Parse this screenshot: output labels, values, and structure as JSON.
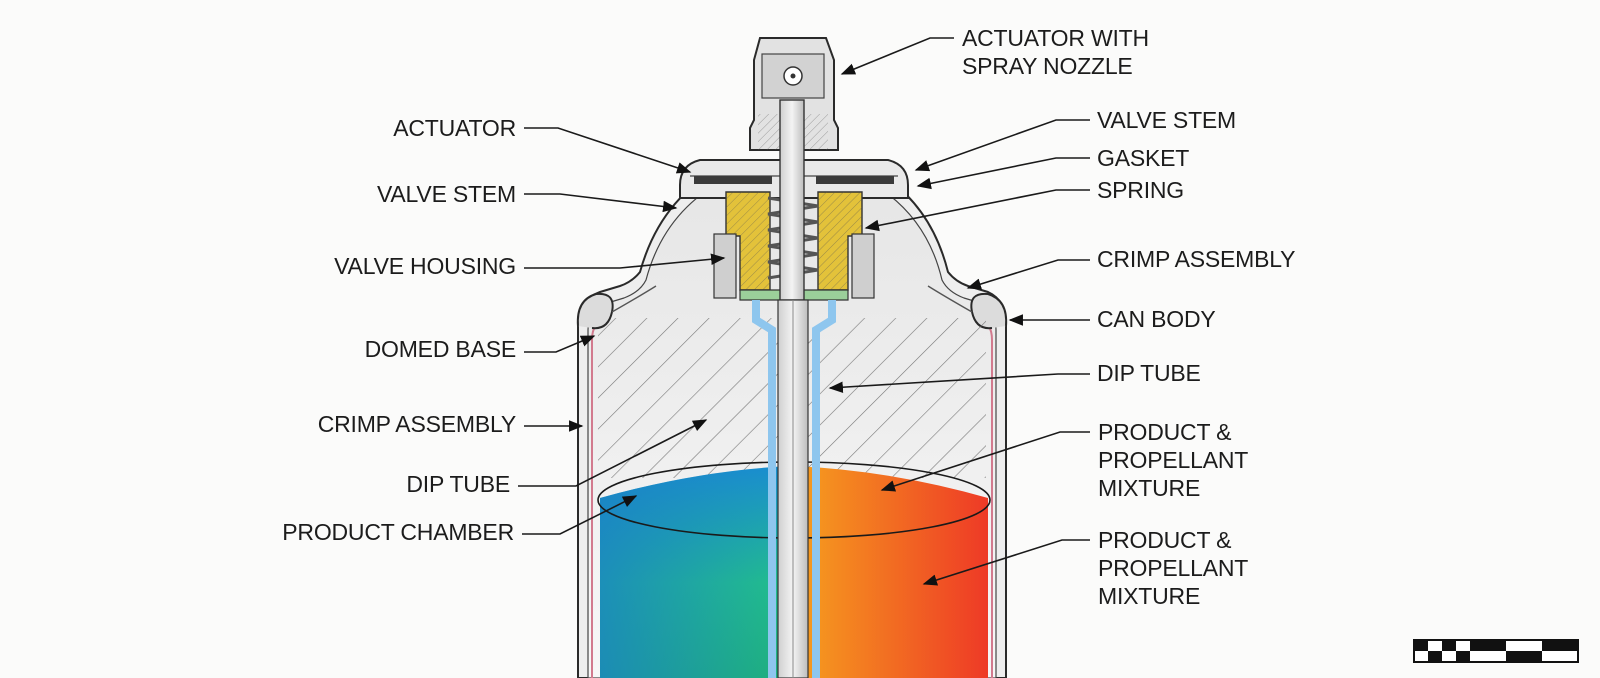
{
  "labels": {
    "left": {
      "actuator": "ACTUATOR",
      "valve_stem": "VALVE STEM",
      "valve_housing": "VALVE HOUSING",
      "domed_base": "DOMED BASE",
      "crimp_assembly": "CRIMP ASSEMBLY",
      "dip_tube": "DIP TUBE",
      "product_chamber": "PRODUCT CHAMBER"
    },
    "right": {
      "actuator_with_nozzle": [
        "ACTUATOR WITH",
        "SPRAY NOZZLE"
      ],
      "valve_stem": "VALVE STEM",
      "gasket": "GASKET",
      "spring": "SPRING",
      "crimp_assembly": "CRIMP ASSEMBLY",
      "can_body": "CAN BODY",
      "dip_tube": "DIP TUBE",
      "mixture_1": [
        "PRODUCT &",
        "PROPELLANT",
        "MIXTURE"
      ],
      "mixture_2": [
        "PRODUCT &",
        "PROPELLANT",
        "MIXTURE"
      ]
    }
  },
  "colors": {
    "liquid_left_top": "#1a8fd0",
    "liquid_left_mid": "#22c08a",
    "liquid_right_top": "#f6a11e",
    "liquid_right_bottom": "#ee3a26",
    "valve_housing": "#e3c23a",
    "dip_tube": "#8ec6ee",
    "gasket": "#3a3a3a",
    "can_lining": "#d27a8e"
  }
}
